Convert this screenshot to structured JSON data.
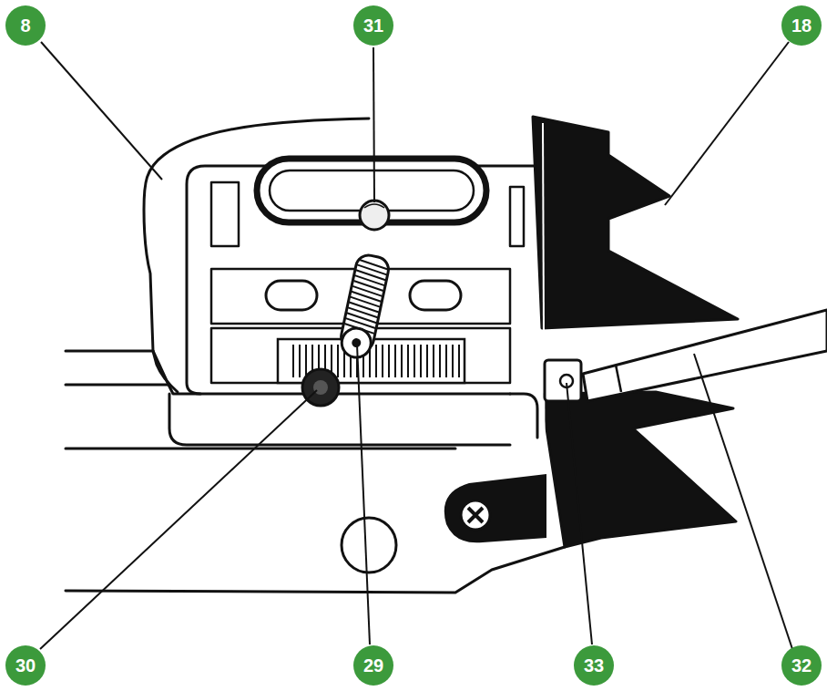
{
  "diagram": {
    "labels": [
      "8",
      "31",
      "18",
      "30",
      "29",
      "33",
      "32"
    ]
  }
}
